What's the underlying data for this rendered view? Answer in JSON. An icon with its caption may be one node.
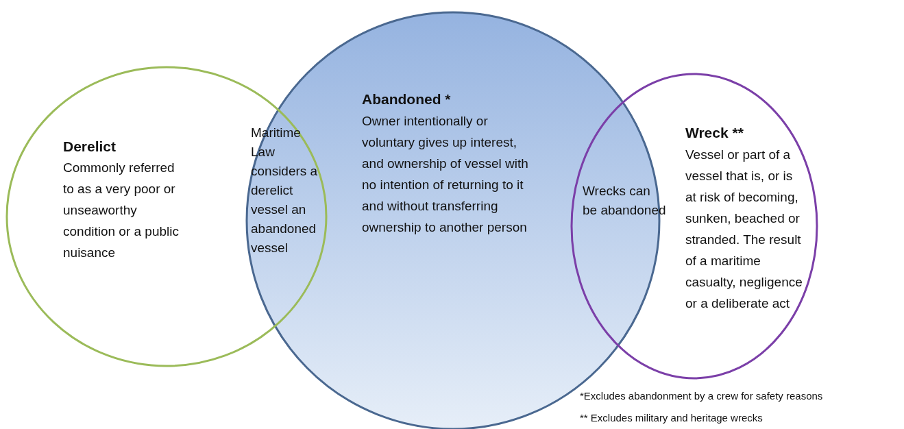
{
  "diagram": {
    "nodes": [
      {
        "text": [
          "Derelict",
          "Commonly referred to as a very poor or unseaworthy condition or a public nuisance"
        ]
      },
      {
        "text": [
          "Abandoned *",
          "Owner intentionally or voluntary gives up interest, and ownership of vessel with no intention of returning to it and without transferring ownership to another person"
        ]
      },
      {
        "text": [
          "Wreck **",
          "Vessel or part of a vessel that is, or is at risk of becoming, sunken, beached or stranded. The result of a maritime casualty, negligence or a deliberate act"
        ]
      }
    ],
    "edges": [],
    "labels": [
      "Maritime Law considers a derelict vessel an abandoned vessel",
      "Wrecks can be abandoned",
      "*Excludes abandonment by a crew for safety reasons",
      "** Excludes military and heritage wrecks"
    ]
  }
}
